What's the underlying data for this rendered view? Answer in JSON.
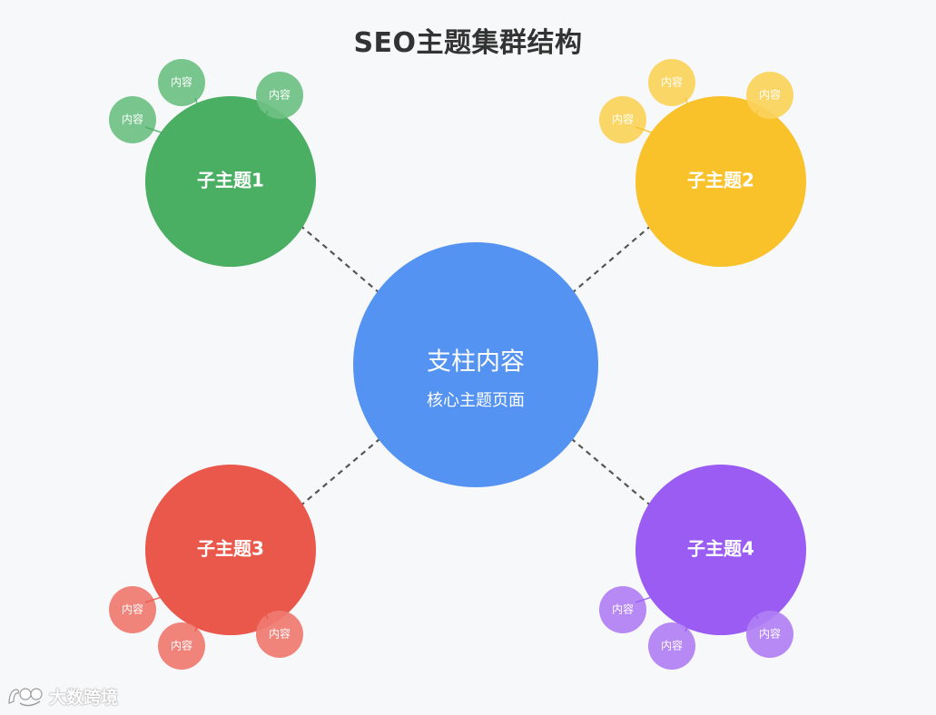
{
  "title": "SEO主题集群结构",
  "colors": {
    "background": "#f7f8fa",
    "pillar": "#5593f2",
    "subtopic1": "#4aae63",
    "subtopic2": "#f9c12a",
    "subtopic3": "#e9584b",
    "subtopic4": "#9a5cf2",
    "connector": "#555555"
  },
  "pillar": {
    "title": "支柱内容",
    "subtitle": "核心主题页面"
  },
  "subtopics": [
    {
      "label": "子主题1",
      "color": "#4aae63",
      "bubbleColor": "#6cc083",
      "contents": [
        "内容",
        "内容",
        "内容"
      ]
    },
    {
      "label": "子主题2",
      "color": "#f9c12a",
      "bubbleColor": "#fad35a",
      "contents": [
        "内容",
        "内容",
        "内容"
      ]
    },
    {
      "label": "子主题3",
      "color": "#e9584b",
      "bubbleColor": "#ef7a70",
      "contents": [
        "内容",
        "内容",
        "内容"
      ]
    },
    {
      "label": "子主题4",
      "color": "#9a5cf2",
      "bubbleColor": "#b07ff4",
      "contents": [
        "内容",
        "内容",
        "内容"
      ]
    }
  ],
  "watermark": {
    "text": "大数跨境",
    "icon": "logo-icon"
  }
}
